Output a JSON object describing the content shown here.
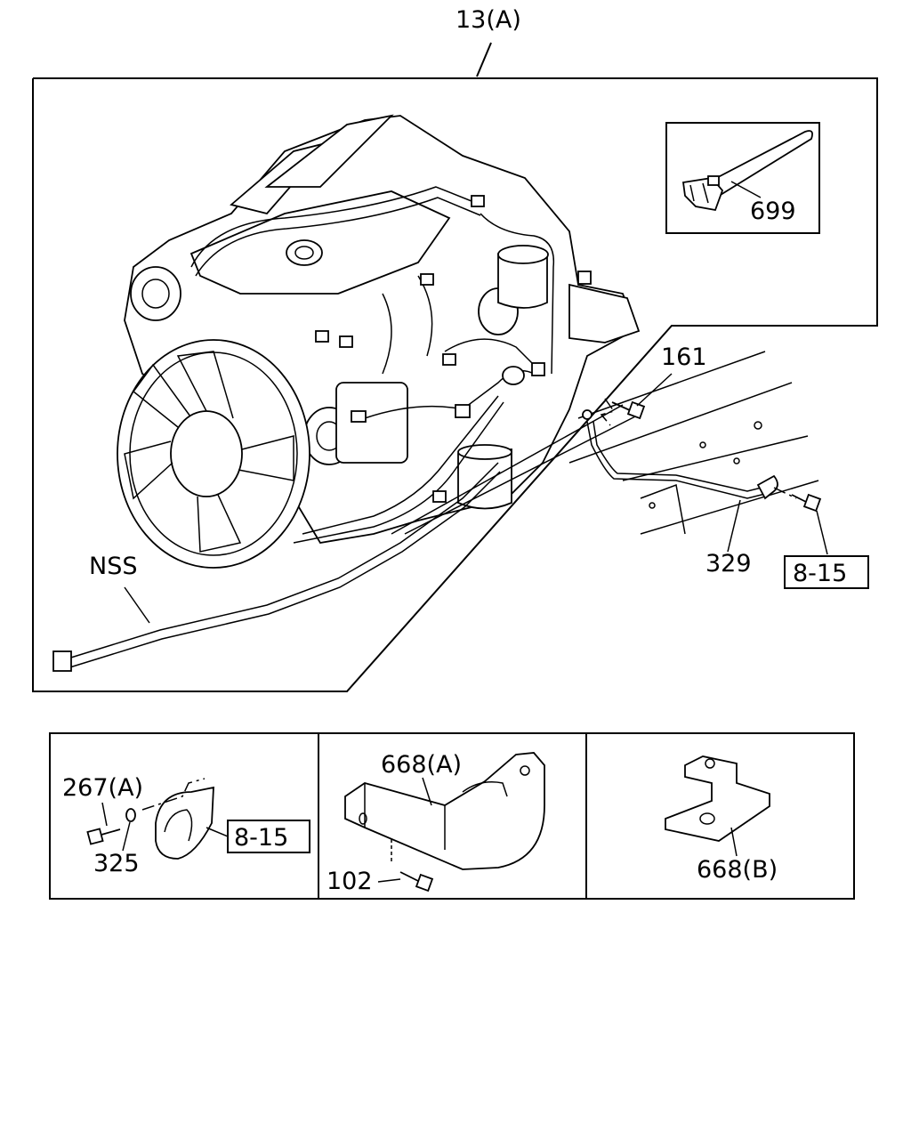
{
  "labels": {
    "assembly": "13(A)",
    "clip": "699",
    "bolt_top": "161",
    "ground_cable": "329",
    "ref_right": "8-15",
    "harness": "NSS",
    "bolt_clamp": "267(A)",
    "washer": "325",
    "ref_clamp": "8-15",
    "bracket_a": "668(A)",
    "bolt_bracket": "102",
    "bracket_b": "668(B)"
  }
}
